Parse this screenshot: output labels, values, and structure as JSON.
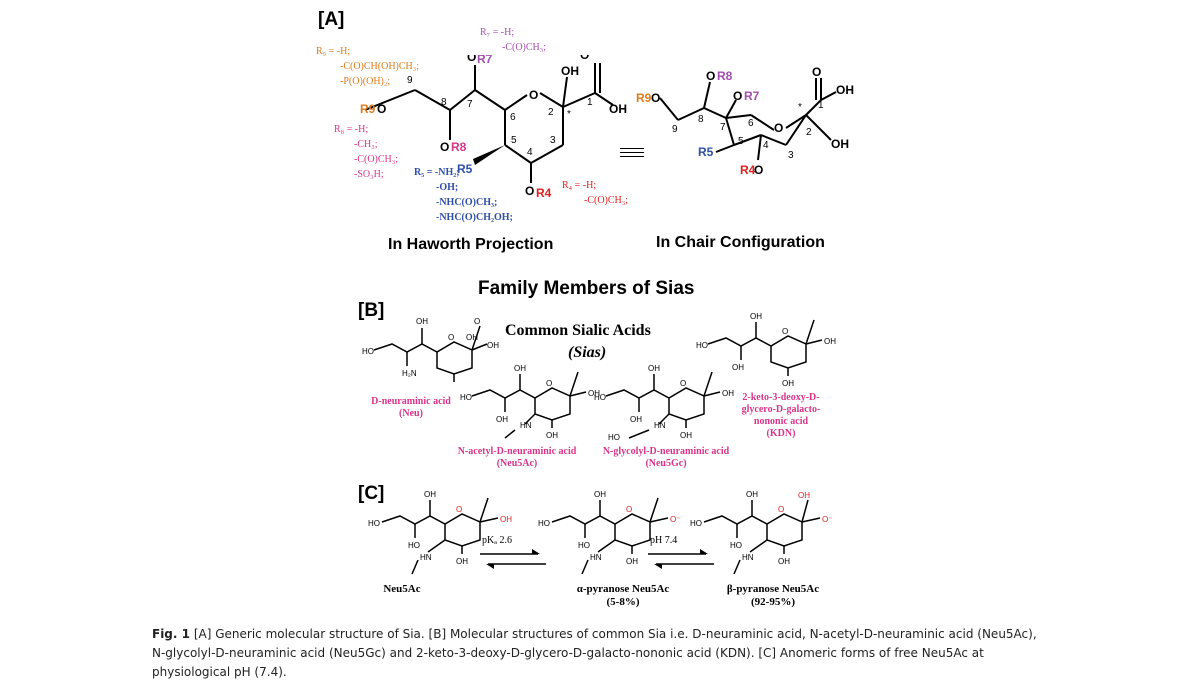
{
  "panelA": {
    "label": "[A]",
    "r9": [
      "R₉ = -H;",
      "-C(O)CH(OH)CH₃;",
      "-P(O)(OH)₂;"
    ],
    "r7": [
      "R₇ = -H;",
      "-C(O)CH₃;"
    ],
    "r8": [
      "R₈ = -H;",
      "-CH₃;",
      "-C(O)CH₃;",
      "-SO₃H;"
    ],
    "r5": [
      "R₅ = -NH₂;",
      "-OH;",
      "-NHC(O)CH₃;",
      "-NHC(O)CH₂OH;"
    ],
    "r4": [
      "R₄ = -H;",
      "-C(O)CH₃;"
    ],
    "haworth_label": "In Haworth Projection",
    "chair_label": "In Chair Configuration"
  },
  "family_title": "Family Members of Sias",
  "panelB": {
    "label": "[B]",
    "common_title": "Common Sialic Acids",
    "common_sub": "(Sias)",
    "neu": [
      "D-neuraminic acid",
      "(Neu)"
    ],
    "neu5ac": [
      "N-acetyl-D-neuraminic acid",
      "(Neu5Ac)"
    ],
    "neu5gc": [
      "N-glycolyl-D-neuraminic acid",
      "(Neu5Gc)"
    ],
    "kdn": [
      "2-keto-3-deoxy-D-",
      "glycero-D-galacto-",
      "nononic acid",
      "(KDN)"
    ]
  },
  "panelC": {
    "label": "[C]",
    "neu5ac": "Neu5Ac",
    "pka": "pKₐ 2.6",
    "ph": "pH 7.4",
    "alpha": [
      "α-pyranose Neu5Ac",
      "(5-8%)"
    ],
    "beta": [
      "β-pyranose Neu5Ac",
      "(92-95%)"
    ]
  },
  "caption": {
    "fig": "Fig. 1",
    "line1": "[A] Generic molecular structure of Sia. [B] Molecular structures of common Sia i.e. D-neuraminic acid, N-acetyl-D-neuraminic acid (Neu5Ac),",
    "line2": "N-glycolyl-D-neuraminic acid (Neu5Gc) and 2-keto-3-deoxy-D-glycero-D-galacto-nononic acid (KDN). [C] Anomeric forms of free Neu5Ac at",
    "line3": "physiological pH (7.4)."
  }
}
